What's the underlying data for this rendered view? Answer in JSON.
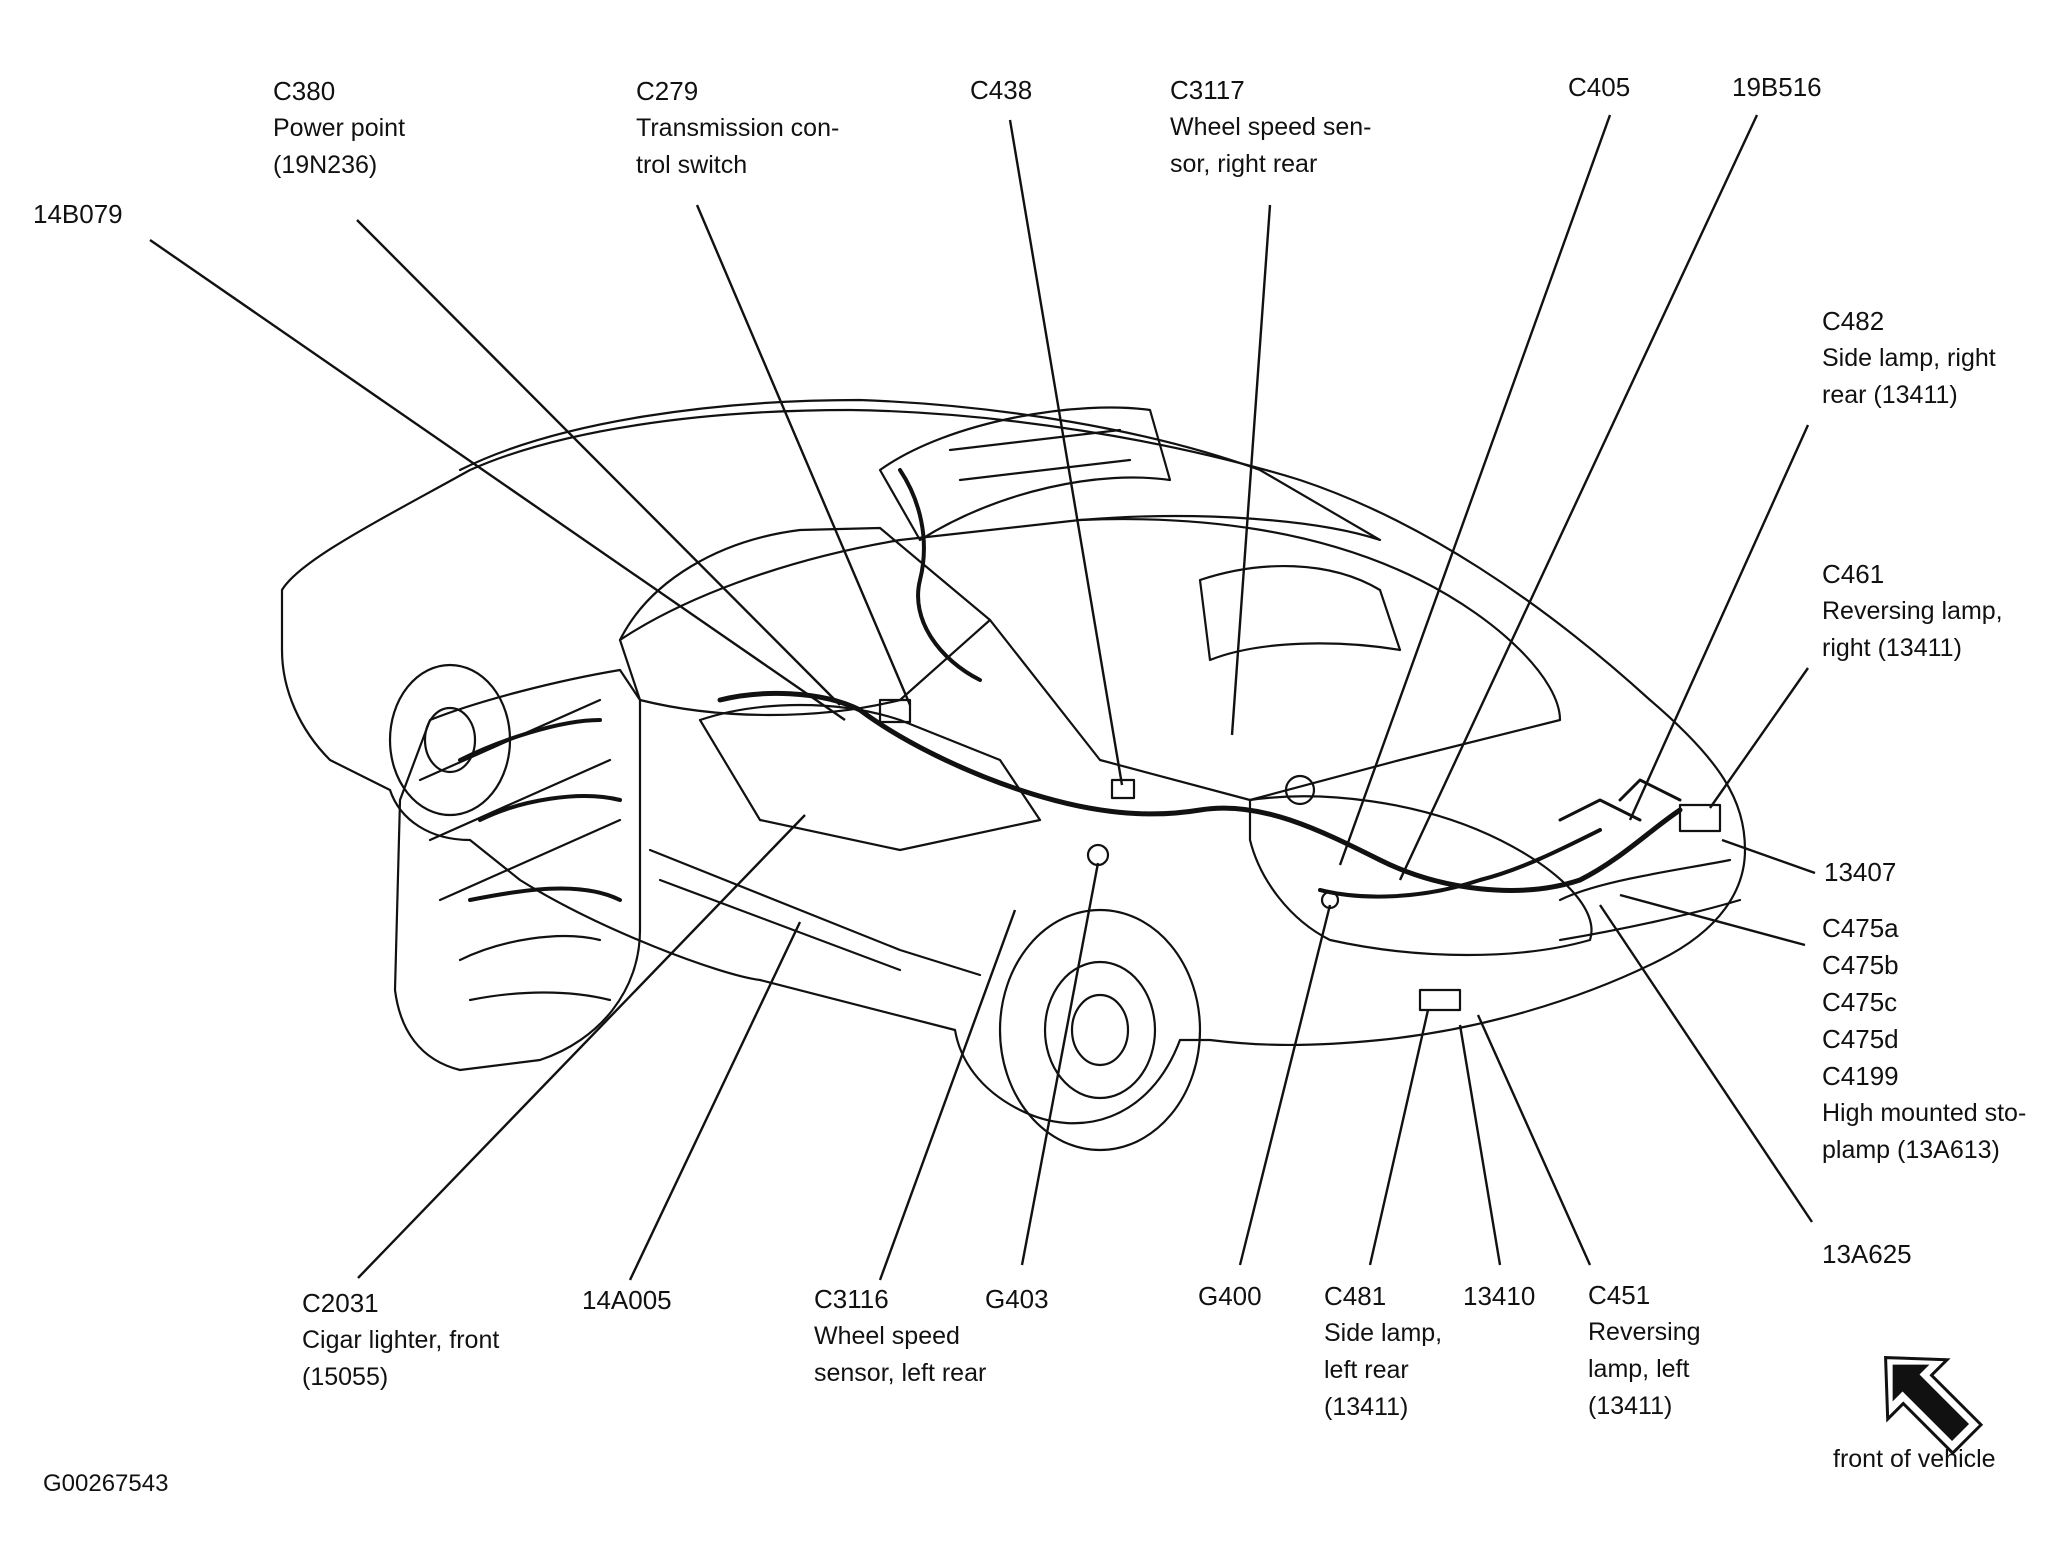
{
  "figure_id": "G00267543",
  "front_label": "front of vehicle",
  "labels": {
    "c380": {
      "id": "C380",
      "lines": [
        "Power point",
        "(19N236)"
      ]
    },
    "c279": {
      "id": "C279",
      "lines": [
        "Transmission con-",
        "trol switch"
      ]
    },
    "c438": {
      "id": "C438"
    },
    "c3117": {
      "id": "C3117",
      "lines": [
        "Wheel speed sen-",
        "sor, right rear"
      ]
    },
    "c405": {
      "id": "C405"
    },
    "b19b516": {
      "id": "19B516"
    },
    "b14b079": {
      "id": "14B079"
    },
    "c482": {
      "id": "C482",
      "lines": [
        "Side lamp, right",
        "rear (13411)"
      ]
    },
    "c461": {
      "id": "C461",
      "lines": [
        "Reversing lamp,",
        "right (13411)"
      ]
    },
    "p13407": {
      "id": "13407"
    },
    "c475": {
      "lines": [
        "C475a",
        "C475b",
        "C475c",
        "C475d",
        "C4199",
        "High mounted sto-",
        "plamp (13A613)"
      ]
    },
    "p13a625": {
      "id": "13A625"
    },
    "c2031": {
      "id": "C2031",
      "lines": [
        "Cigar lighter, front",
        "(15055)"
      ]
    },
    "p14a005": {
      "id": "14A005"
    },
    "c3116": {
      "id": "C3116",
      "lines": [
        "Wheel speed",
        "sensor, left rear"
      ]
    },
    "g403": {
      "id": "G403"
    },
    "g400": {
      "id": "G400"
    },
    "c481": {
      "id": "C481",
      "lines": [
        "Side lamp,",
        "left rear",
        "(13411)"
      ]
    },
    "p13410": {
      "id": "13410"
    },
    "c451": {
      "id": "C451",
      "lines": [
        "Reversing",
        "lamp, left",
        "(13411)"
      ]
    }
  }
}
